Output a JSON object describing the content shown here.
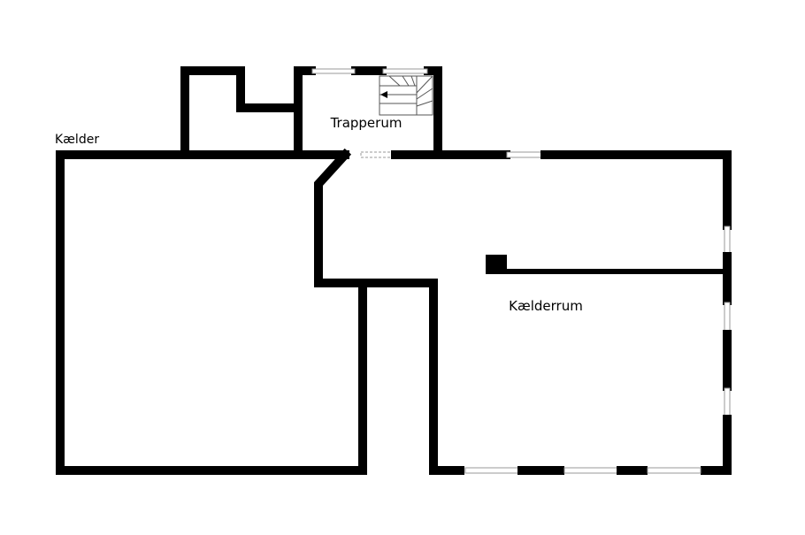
{
  "plan": {
    "floor_label": "Kælder",
    "rooms": [
      {
        "id": "trapperum",
        "label": "Trapperum"
      },
      {
        "id": "kaelderrum",
        "label": "Kælderrum"
      }
    ]
  },
  "colors": {
    "wall": "#000000",
    "window": "#9a9a9a",
    "background": "#ffffff"
  }
}
